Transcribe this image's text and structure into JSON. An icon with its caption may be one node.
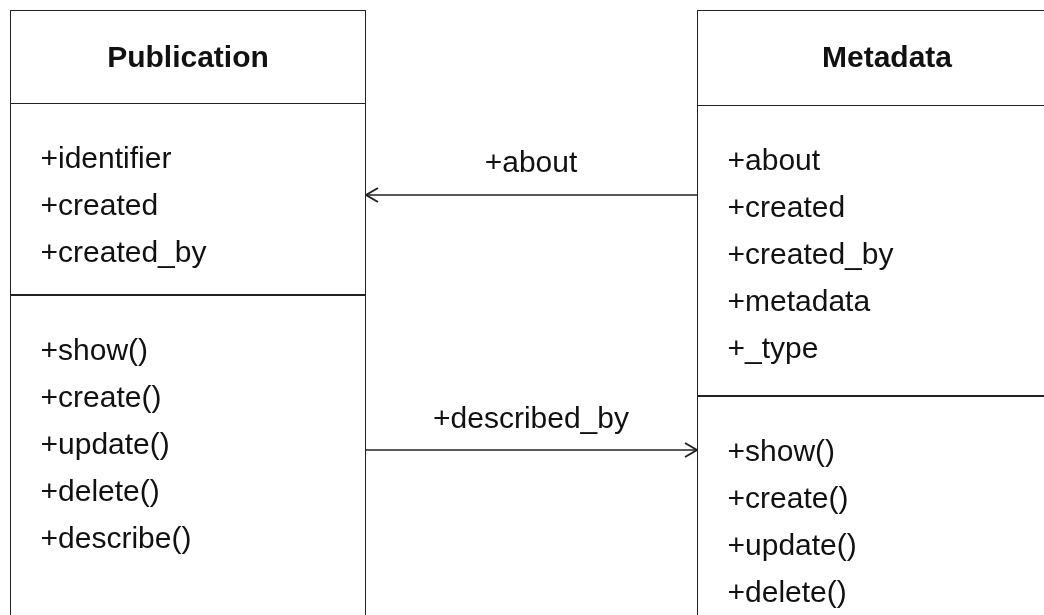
{
  "diagram": {
    "nodes": [
      {
        "text": [
          "Publication"
        ]
      },
      {
        "text": [
          "+identifier",
          "+created",
          "+created_by"
        ],
        "in": 0
      },
      {
        "text": [
          "+show()",
          "+create()",
          "+update()",
          "+delete()",
          "+describe()"
        ],
        "in": 0
      },
      {
        "text": [
          "Metadata"
        ]
      },
      {
        "text": [
          "+about",
          "+created",
          "+created_by",
          "+metadata",
          "+_type"
        ],
        "in": 3
      },
      {
        "text": [
          "+show()",
          "+create()",
          "+update()",
          "+delete()"
        ],
        "in": 3
      }
    ],
    "edges": [
      {
        "from": 3,
        "to": 0,
        "arrow": "to",
        "label": "+about"
      },
      {
        "from": 0,
        "to": 3,
        "arrow": "to",
        "label": "+described_by"
      }
    ]
  }
}
